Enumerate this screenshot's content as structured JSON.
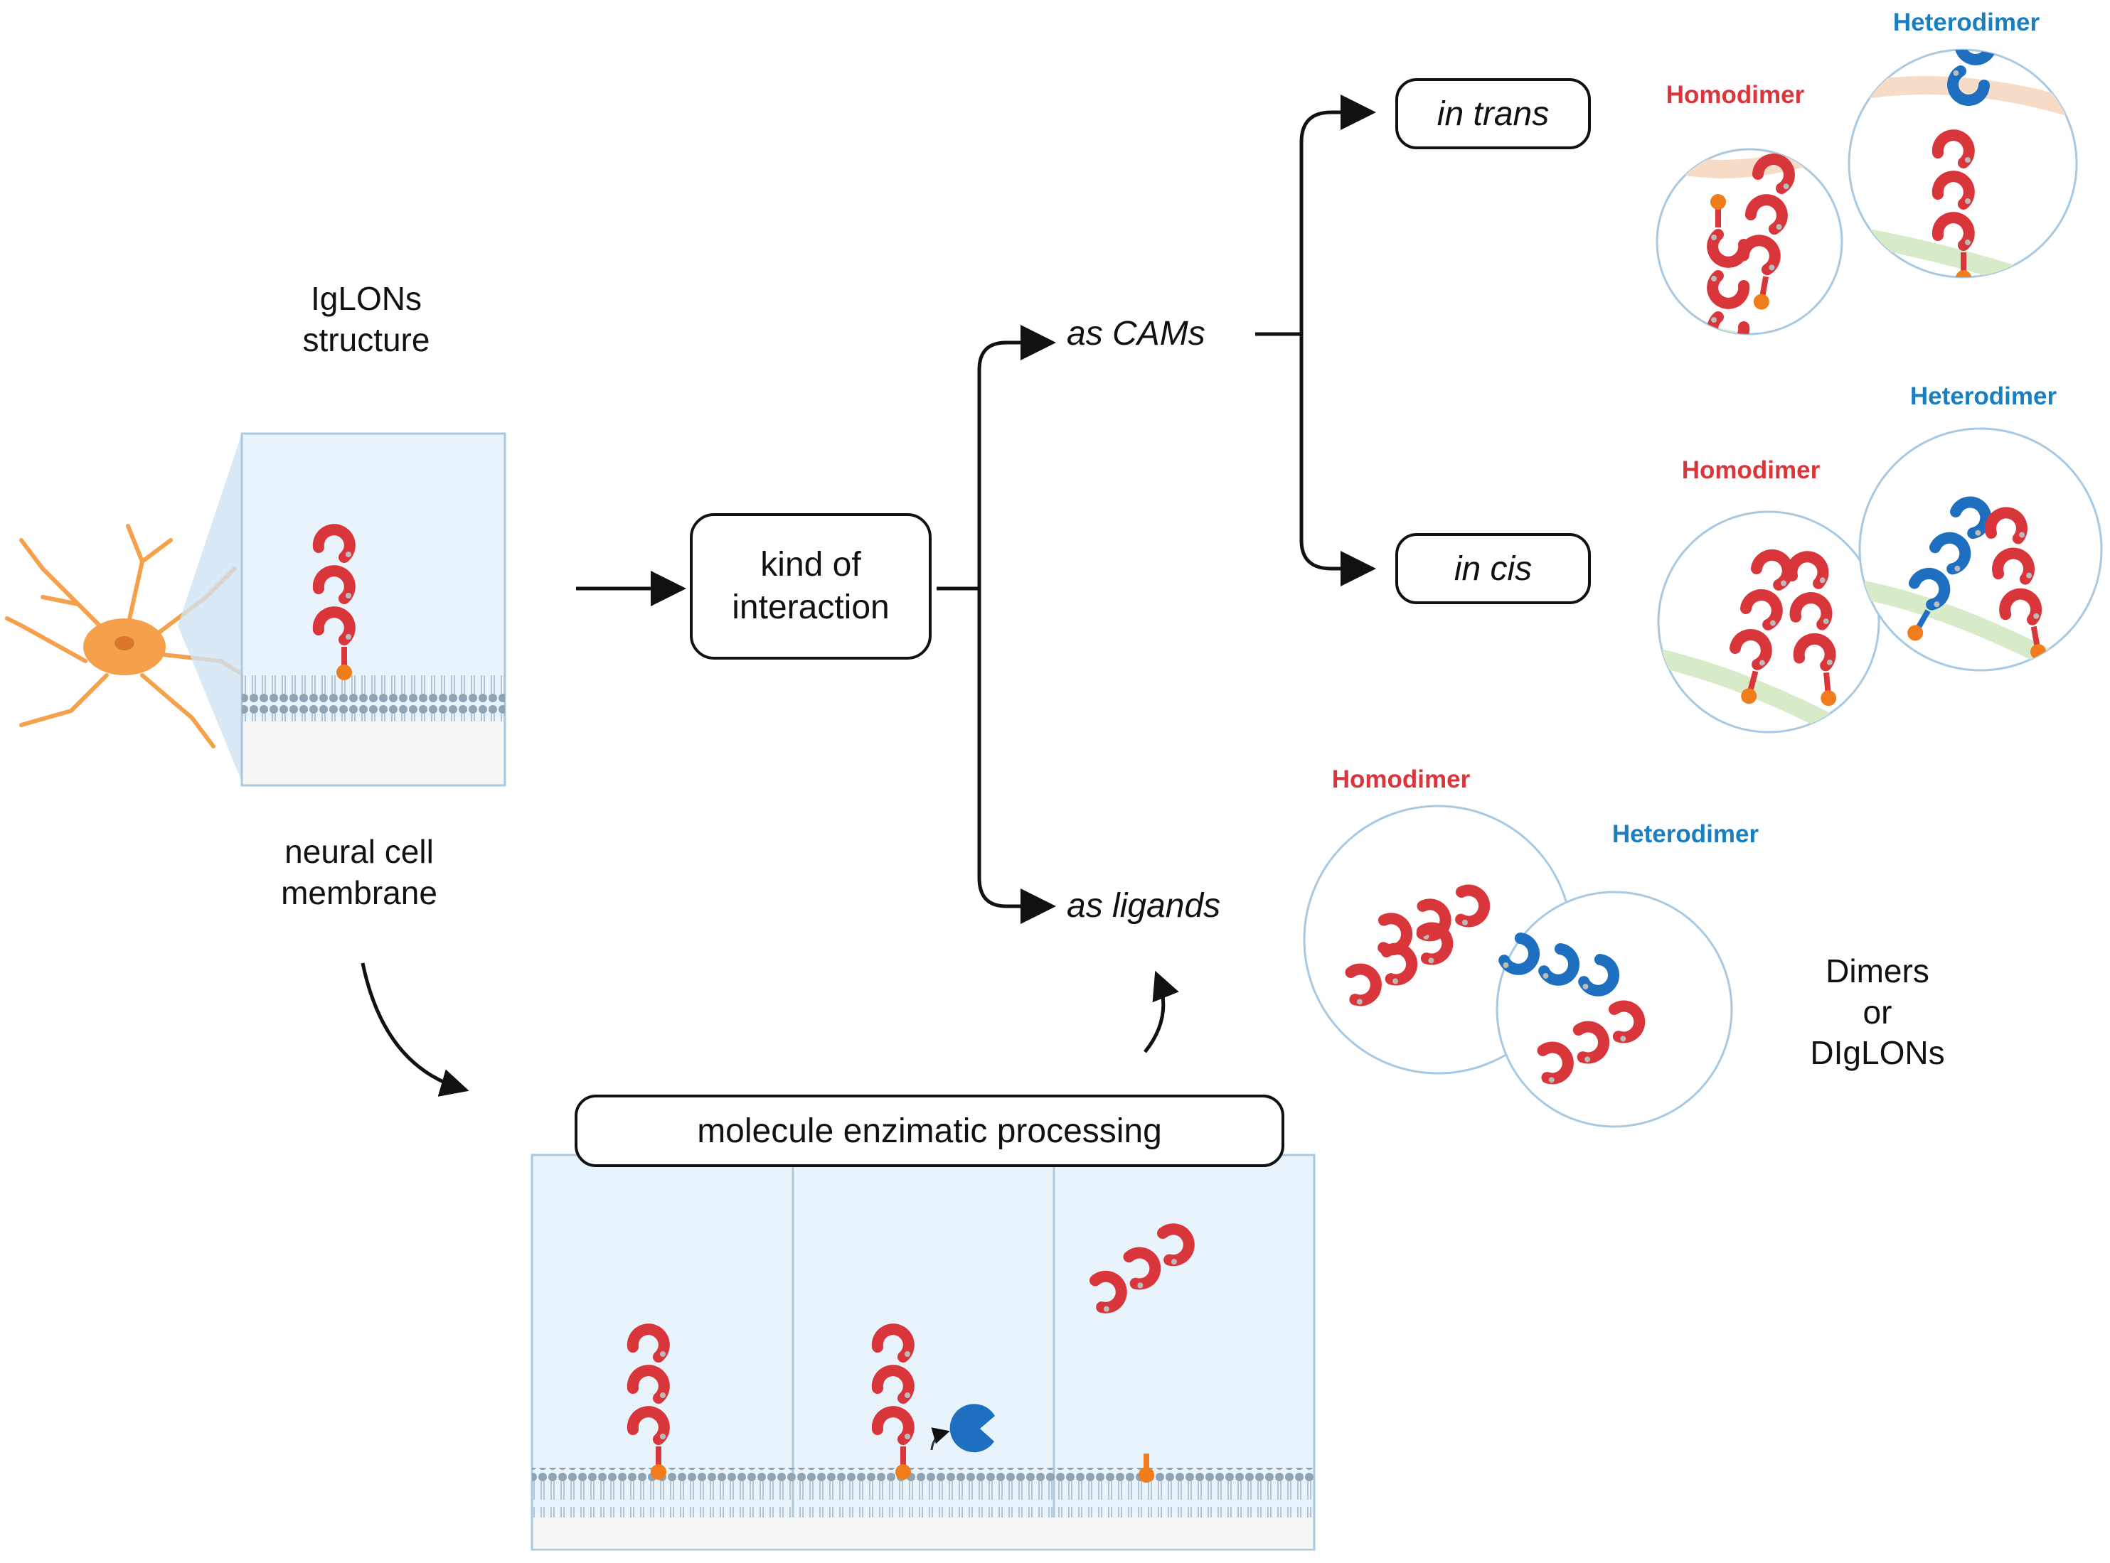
{
  "labels": {
    "structure_line1": "IgLONs",
    "structure_line2": "structure",
    "membrane_line1": "neural cell",
    "membrane_line2": "membrane",
    "kind_line1": "kind of",
    "kind_line2": "interaction",
    "as_cams": "as CAMs",
    "as_ligands": "as ligands",
    "in_trans": "in trans",
    "in_cis": "in cis",
    "processing": "molecule enzimatic processing",
    "dimers_line1": "Dimers",
    "dimers_line2": "or",
    "dimers_line3": "DIgLONs"
  },
  "dimer_labels": {
    "trans_homo": "Homodimer",
    "trans_hetero": "Heterodimer",
    "cis_homo": "Homodimer",
    "cis_hetero": "Heterodimer",
    "ligand_homo": "Homodimer",
    "ligand_hetero": "Heterodimer"
  },
  "colors": {
    "homodimer": "#d9363b",
    "heterodimer": "#1a7fc1",
    "protein_red": "#d9363b",
    "protein_blue": "#1e6fc0",
    "anchor_orange": "#f07c1c",
    "panel_fill": "#e9f3fb",
    "panel_border": "#a9c8e2",
    "neuron": "#f5a04a"
  },
  "icons": [
    "neuron-icon",
    "membrane-icon",
    "iglon-protein-icon",
    "enzyme-icon",
    "arrow-icon"
  ]
}
